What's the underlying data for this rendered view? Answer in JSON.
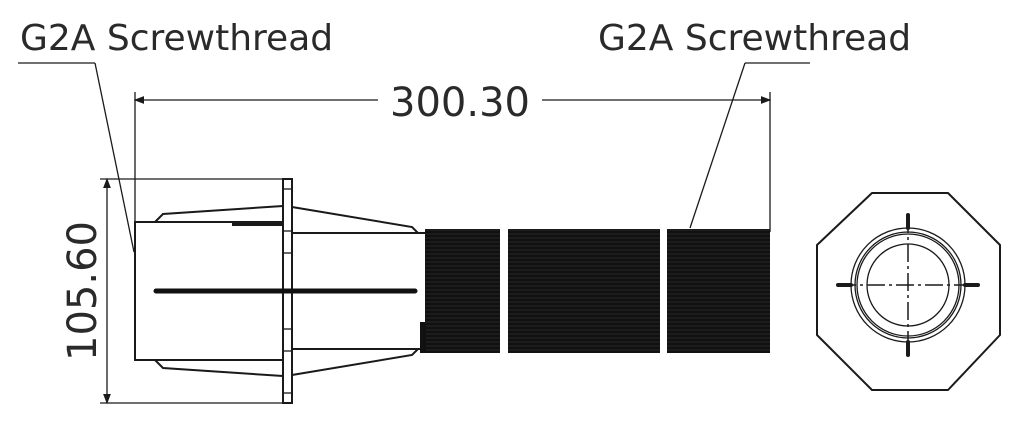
{
  "labels": {
    "left_callout": "G2A Screwthread",
    "right_callout": "G2A Screwthread"
  },
  "dimensions": {
    "length": "300.30",
    "height": "105.60"
  }
}
